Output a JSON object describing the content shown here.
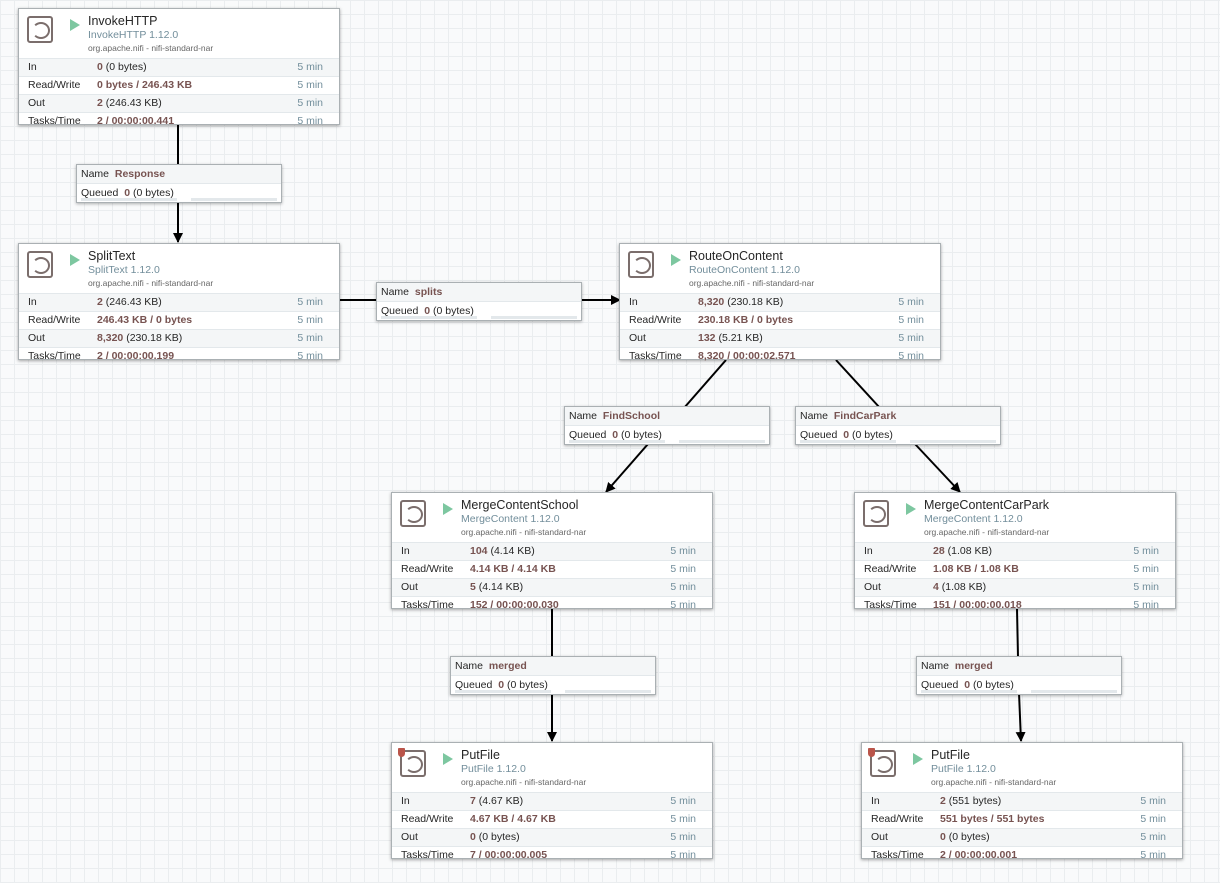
{
  "processors": {
    "invoke": {
      "name": "InvokeHTTP",
      "type": "InvokeHTTP 1.12.0",
      "bundle": "org.apache.nifi - nifi-standard-nar",
      "in_label": "In",
      "in_bold": "0",
      "in_rest": " (0 bytes)",
      "rw_label": "Read/Write",
      "rw_value": "0 bytes / 246.43 KB",
      "out_label": "Out",
      "out_bold": "2",
      "out_rest": " (246.43 KB)",
      "tasks_label": "Tasks/Time",
      "tasks_value": "2 / 00:00:00.441",
      "window": "5 min"
    },
    "split": {
      "name": "SplitText",
      "type": "SplitText 1.12.0",
      "bundle": "org.apache.nifi - nifi-standard-nar",
      "in_label": "In",
      "in_bold": "2",
      "in_rest": " (246.43 KB)",
      "rw_label": "Read/Write",
      "rw_value": "246.43 KB / 0 bytes",
      "out_label": "Out",
      "out_bold": "8,320",
      "out_rest": " (230.18 KB)",
      "tasks_label": "Tasks/Time",
      "tasks_value": "2 / 00:00:00.199",
      "window": "5 min"
    },
    "route": {
      "name": "RouteOnContent",
      "type": "RouteOnContent 1.12.0",
      "bundle": "org.apache.nifi - nifi-standard-nar",
      "in_label": "In",
      "in_bold": "8,320",
      "in_rest": " (230.18 KB)",
      "rw_label": "Read/Write",
      "rw_value": "230.18 KB / 0 bytes",
      "out_label": "Out",
      "out_bold": "132",
      "out_rest": " (5.21 KB)",
      "tasks_label": "Tasks/Time",
      "tasks_value": "8,320 / 00:00:02.571",
      "window": "5 min"
    },
    "mergeSchool": {
      "name": "MergeContentSchool",
      "type": "MergeContent 1.12.0",
      "bundle": "org.apache.nifi - nifi-standard-nar",
      "in_label": "In",
      "in_bold": "104",
      "in_rest": " (4.14 KB)",
      "rw_label": "Read/Write",
      "rw_value": "4.14 KB / 4.14 KB",
      "out_label": "Out",
      "out_bold": "5",
      "out_rest": " (4.14 KB)",
      "tasks_label": "Tasks/Time",
      "tasks_value": "152 / 00:00:00.030",
      "window": "5 min"
    },
    "mergeCarPark": {
      "name": "MergeContentCarPark",
      "type": "MergeContent 1.12.0",
      "bundle": "org.apache.nifi - nifi-standard-nar",
      "in_label": "In",
      "in_bold": "28",
      "in_rest": " (1.08 KB)",
      "rw_label": "Read/Write",
      "rw_value": "1.08 KB / 1.08 KB",
      "out_label": "Out",
      "out_bold": "4",
      "out_rest": " (1.08 KB)",
      "tasks_label": "Tasks/Time",
      "tasks_value": "151 / 00:00:00.018",
      "window": "5 min"
    },
    "putSchool": {
      "name": "PutFile",
      "type": "PutFile 1.12.0",
      "bundle": "org.apache.nifi - nifi-standard-nar",
      "in_label": "In",
      "in_bold": "7",
      "in_rest": " (4.67 KB)",
      "rw_label": "Read/Write",
      "rw_value": "4.67 KB / 4.67 KB",
      "out_label": "Out",
      "out_bold": "0",
      "out_rest": " (0 bytes)",
      "tasks_label": "Tasks/Time",
      "tasks_value": "7 / 00:00:00.005",
      "window": "5 min"
    },
    "putCarPark": {
      "name": "PutFile",
      "type": "PutFile 1.12.0",
      "bundle": "org.apache.nifi - nifi-standard-nar",
      "in_label": "In",
      "in_bold": "2",
      "in_rest": " (551 bytes)",
      "rw_label": "Read/Write",
      "rw_value": "551 bytes / 551 bytes",
      "out_label": "Out",
      "out_bold": "0",
      "out_rest": " (0 bytes)",
      "tasks_label": "Tasks/Time",
      "tasks_value": "2 / 00:00:00.001",
      "window": "5 min"
    }
  },
  "connections": {
    "response": {
      "name_label": "Name",
      "name": "Response",
      "queued_label": "Queued",
      "queued_bold": "0",
      "queued_rest": " (0 bytes)"
    },
    "splits": {
      "name_label": "Name",
      "name": "splits",
      "queued_label": "Queued",
      "queued_bold": "0",
      "queued_rest": " (0 bytes)"
    },
    "findSchool": {
      "name_label": "Name",
      "name": "FindSchool",
      "queued_label": "Queued",
      "queued_bold": "0",
      "queued_rest": " (0 bytes)"
    },
    "findCarPark": {
      "name_label": "Name",
      "name": "FindCarPark",
      "queued_label": "Queued",
      "queued_bold": "0",
      "queued_rest": " (0 bytes)"
    },
    "mergedSchool": {
      "name_label": "Name",
      "name": "merged",
      "queued_label": "Queued",
      "queued_bold": "0",
      "queued_rest": " (0 bytes)"
    },
    "mergedCarPark": {
      "name_label": "Name",
      "name": "merged",
      "queued_label": "Queued",
      "queued_bold": "0",
      "queued_rest": " (0 bytes)"
    }
  },
  "colors": {
    "running": "#7dc7a0",
    "value_bold": "#775351",
    "type_text": "#728e9b",
    "restricted": "#ba554a"
  },
  "icons": {
    "processor": "processor-icon",
    "run_status": "running-icon",
    "restricted": "restricted-icon"
  }
}
